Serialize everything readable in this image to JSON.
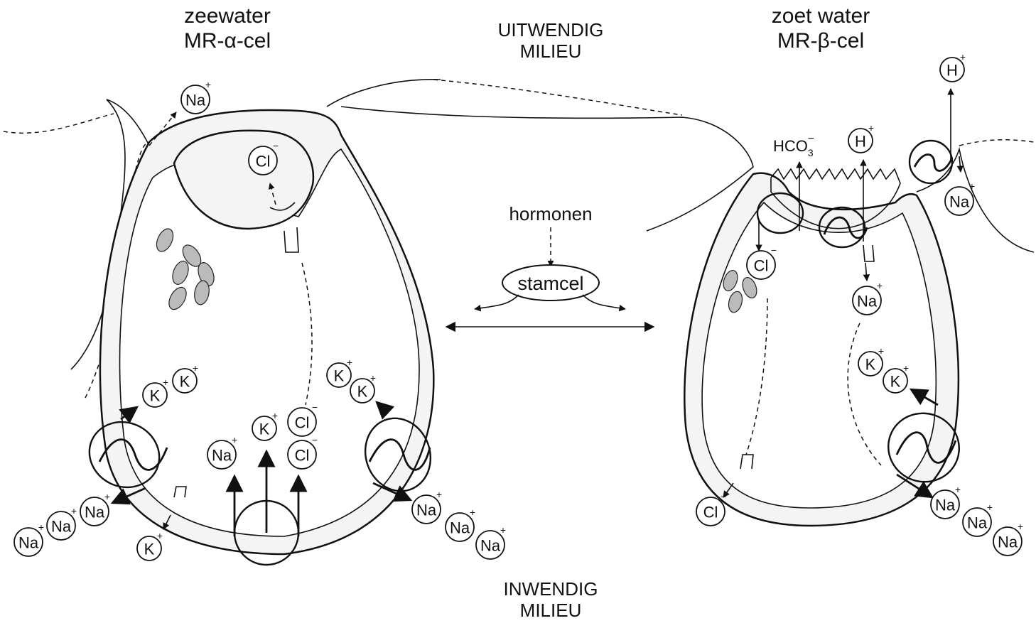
{
  "labels": {
    "left_title_1": "zeewater",
    "left_title_2": "MR-α-cel",
    "right_title_1": "zoet water",
    "right_title_2": "MR-β-cel",
    "outer_1": "UITWENDIG",
    "outer_2": "MILIEU",
    "inner_1": "INWENDIG",
    "inner_2": "MILIEU",
    "hormones": "hormonen",
    "stemcell": "stamcel",
    "bicarbonate": "HCO",
    "bicarbonate_sub": "3",
    "bicarbonate_charge": "−"
  },
  "ions": {
    "left_na_top": {
      "symbol": "Na",
      "charge": "+"
    },
    "left_cl_top": {
      "symbol": "Cl",
      "charge": "−"
    },
    "left_k1": {
      "symbol": "K",
      "charge": "+"
    },
    "left_k2": {
      "symbol": "K",
      "charge": "+"
    },
    "left_k3": {
      "symbol": "K",
      "charge": "+"
    },
    "left_k4": {
      "symbol": "K",
      "charge": "+"
    },
    "left_na_in": {
      "symbol": "Na",
      "charge": "+"
    },
    "left_k_in": {
      "symbol": "K",
      "charge": "+"
    },
    "left_cl_in1": {
      "symbol": "Cl",
      "charge": "−"
    },
    "left_cl_in2": {
      "symbol": "Cl",
      "charge": "−"
    },
    "left_na_out1": {
      "symbol": "Na",
      "charge": "+"
    },
    "left_na_out2": {
      "symbol": "Na",
      "charge": "+"
    },
    "left_na_out3": {
      "symbol": "Na",
      "charge": "+"
    },
    "left_k_out": {
      "symbol": "K",
      "charge": "+"
    },
    "left_na_outR1": {
      "symbol": "Na",
      "charge": "+"
    },
    "left_na_outR2": {
      "symbol": "Na",
      "charge": "+"
    },
    "left_na_outR3": {
      "symbol": "Na",
      "charge": "+"
    },
    "right_h_top": {
      "symbol": "H",
      "charge": "+"
    },
    "right_h_mid": {
      "symbol": "H",
      "charge": "+"
    },
    "right_na_top": {
      "symbol": "Na",
      "charge": "+"
    },
    "right_cl_in": {
      "symbol": "Cl",
      "charge": "−"
    },
    "right_na_in": {
      "symbol": "Na",
      "charge": "+"
    },
    "right_k1": {
      "symbol": "K",
      "charge": "+"
    },
    "right_k2": {
      "symbol": "K",
      "charge": "+"
    },
    "right_cl_out": {
      "symbol": "Cl",
      "charge": "−"
    },
    "right_na_out1": {
      "symbol": "Na",
      "charge": "+"
    },
    "right_na_out2": {
      "symbol": "Na",
      "charge": "+"
    },
    "right_na_out3": {
      "symbol": "Na",
      "charge": "+"
    }
  }
}
